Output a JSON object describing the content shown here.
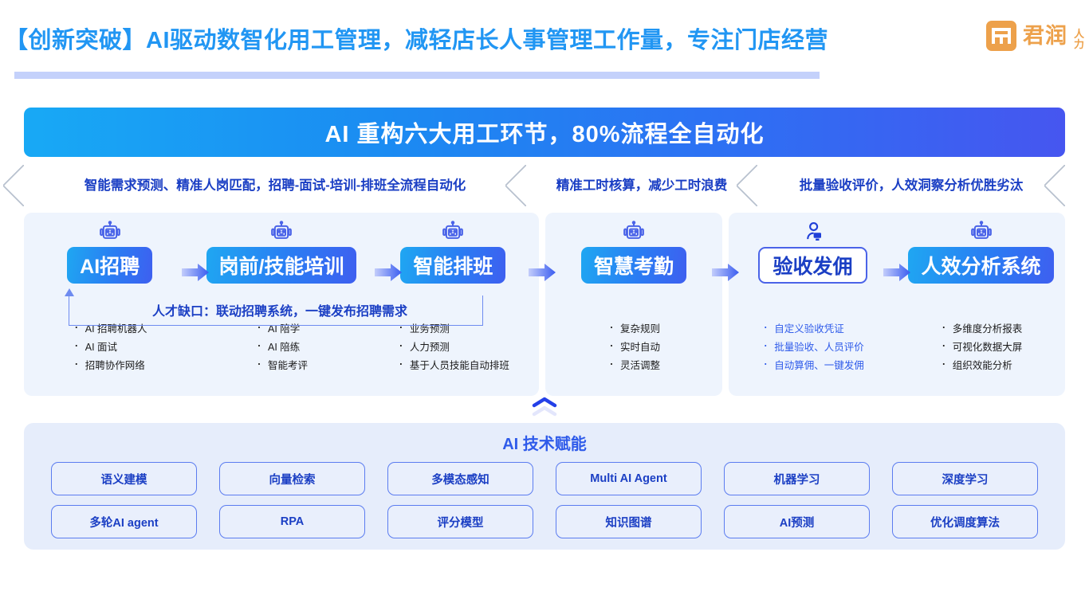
{
  "header": {
    "title": "【创新突破】AI驱动数智化用工管理，减轻店长人事管理工作量，专注门店经营",
    "logo": {
      "name": "君润",
      "sub_top": "人",
      "sub_bottom": "力",
      "color": "#eda14b"
    },
    "title_color": "#2196f3",
    "rule_color": "#c4d1fb"
  },
  "banner": {
    "text": "AI 重构六大用工环节，80%流程全自动化",
    "gradient_from": "#18a9f5",
    "gradient_to": "#4656f0"
  },
  "chevrons": [
    {
      "text": "智能需求预测、精准人岗匹配，招聘-面试-培训-排班全流程自动化"
    },
    {
      "text": "精准工时核算，减少工时浪费"
    },
    {
      "text": "批量验收评价，人效洞察分析优胜劣汰"
    }
  ],
  "panels": [
    {
      "id": "panel-recruit-train-schedule",
      "stages": [
        {
          "icon": "robot-icon",
          "label": "AI招聘",
          "style": "filled",
          "bullets": [
            "AI 招聘机器人",
            "AI 面试",
            "招聘协作网络"
          ],
          "bullet_style": "dark"
        },
        {
          "icon": "robot-icon",
          "label": "岗前/技能培训",
          "style": "filled",
          "bullets": [
            "AI 陪学",
            "AI 陪练",
            "智能考评"
          ],
          "bullet_style": "dark"
        },
        {
          "icon": "robot-icon",
          "label": "智能排班",
          "style": "filled",
          "bullets": [
            "业务预测",
            "人力预测",
            "基于人员技能自动排班"
          ],
          "bullet_style": "dark"
        }
      ],
      "callout": "人才缺口：联动招聘系统，一键发布招聘需求"
    },
    {
      "id": "panel-attendance",
      "stages": [
        {
          "icon": "robot-icon",
          "label": "智慧考勤",
          "style": "filled",
          "bullets": [
            "复杂规则",
            "实时自动",
            "灵活调整"
          ],
          "bullet_style": "dark"
        }
      ]
    },
    {
      "id": "panel-settlement-analysis",
      "stages": [
        {
          "icon": "person-computer-icon",
          "label": "验收发佣",
          "style": "outline",
          "bullets": [
            "自定义验收凭证",
            "批量验收、人员评价",
            "自动算佣、一键发佣"
          ],
          "bullet_style": "blue"
        },
        {
          "icon": "robot-icon",
          "label": "人效分析系统",
          "style": "filled",
          "bullets": [
            "多维度分析报表",
            "可视化数据大屏",
            "组织效能分析"
          ],
          "bullet_style": "dark"
        }
      ]
    }
  ],
  "tech": {
    "title": "AI 技术赋能",
    "pills_row1": [
      "语义建模",
      "向量检索",
      "多模态感知",
      "Multi AI Agent",
      "机器学习",
      "深度学习"
    ],
    "pills_row2": [
      "多轮AI agent",
      "RPA",
      "评分模型",
      "知识图谱",
      "AI预测",
      "优化调度算法"
    ]
  }
}
